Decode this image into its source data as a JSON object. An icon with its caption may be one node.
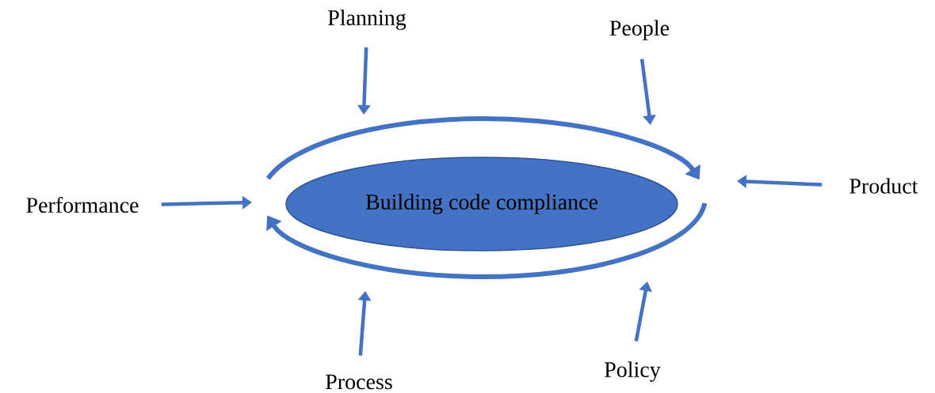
{
  "diagram": {
    "nodes": [
      {
        "text": [
          "Building code compliance"
        ]
      },
      {
        "text": [
          "Planning"
        ]
      },
      {
        "text": [
          "People"
        ]
      },
      {
        "text": [
          "Product"
        ]
      },
      {
        "text": [
          "Policy"
        ]
      },
      {
        "text": [
          "Process"
        ]
      },
      {
        "text": [
          "Performance"
        ]
      }
    ],
    "edges": [
      {
        "from": 1,
        "to": null,
        "arrow": "to"
      },
      {
        "from": 2,
        "to": null,
        "arrow": "to"
      },
      {
        "from": 3,
        "to": null,
        "arrow": "to"
      },
      {
        "from": 4,
        "to": null,
        "arrow": "to"
      },
      {
        "from": 5,
        "to": null,
        "arrow": "to"
      },
      {
        "from": 6,
        "to": null,
        "arrow": "to"
      }
    ]
  }
}
